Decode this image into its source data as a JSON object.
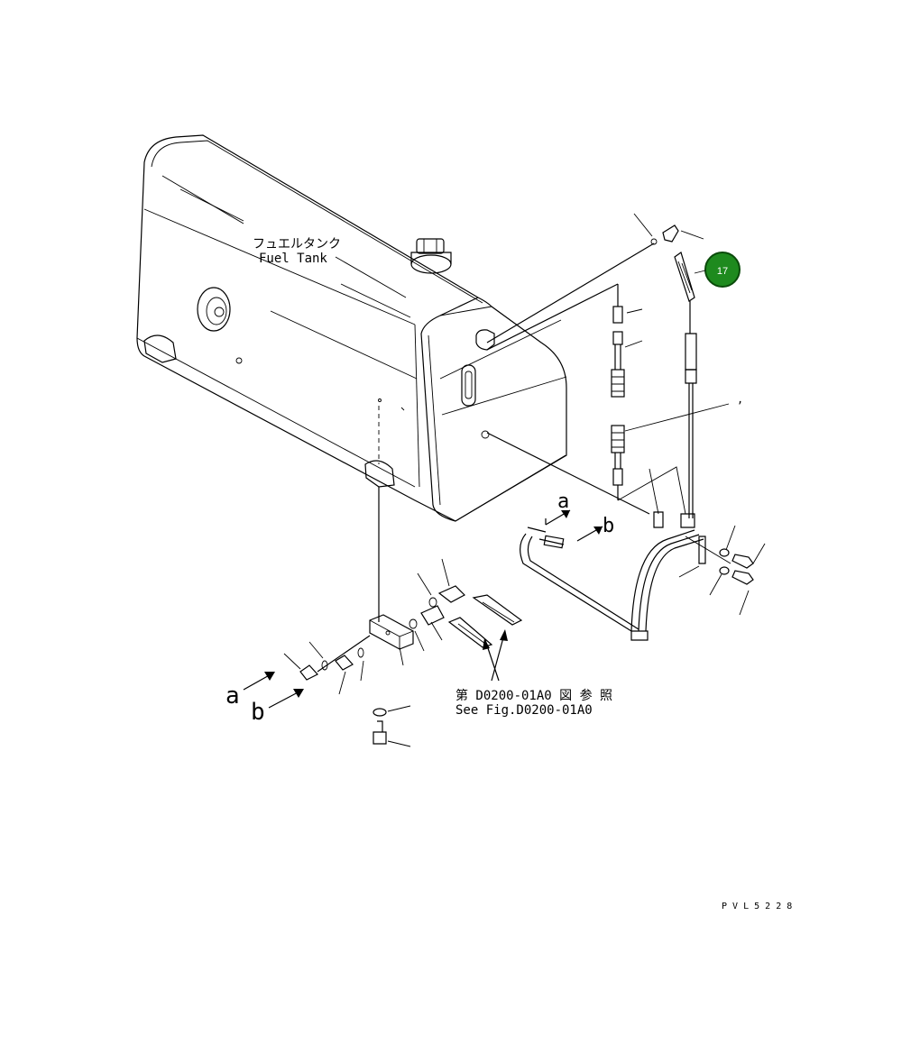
{
  "labels": {
    "tank_jp": "フュエルタンク",
    "tank_en": "Fuel Tank",
    "ref_jp": "第 D0200-01A0 図 参 照",
    "ref_en": "See Fig.D0200-01A0",
    "letter_a": "a",
    "letter_b": "b",
    "drawing_code": "P V L 5 2 2 8"
  },
  "callout": {
    "number": "17",
    "color": "#1e8a1e",
    "ring_color": "#0a4a0a"
  }
}
